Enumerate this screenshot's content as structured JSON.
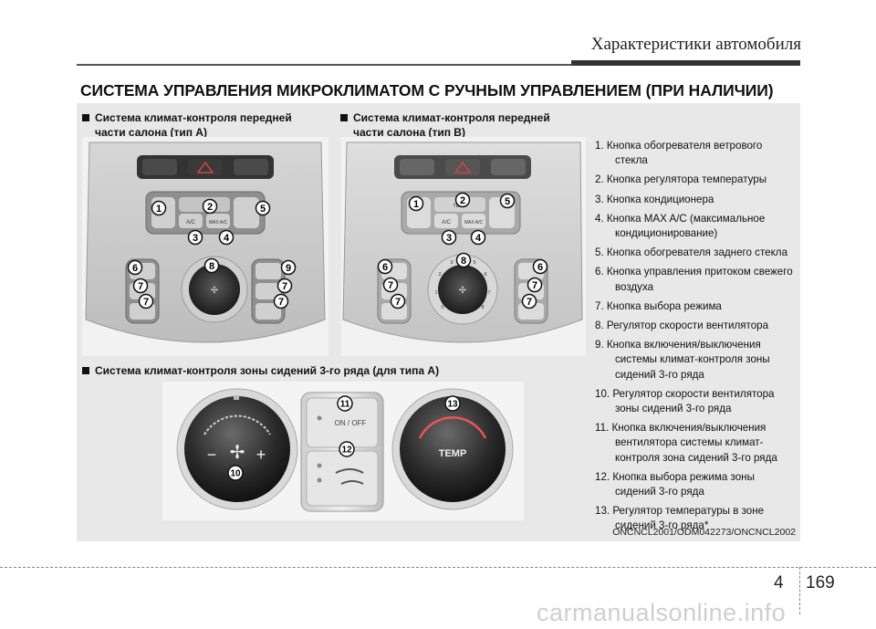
{
  "header": {
    "title": "Характеристики автомобиля"
  },
  "section_title": "СИСТЕМА УПРАВЛЕНИЯ МИКРОКЛИМАТОМ С РУЧНЫМ УПРАВЛЕНИЕМ (ПРИ НАЛИЧИИ)",
  "subsections": {
    "type_a": [
      "Система климат-контроля передней",
      "части салона (тип А)"
    ],
    "type_b": [
      "Система климат-контроля передней",
      "части салона (тип В)"
    ],
    "rear": "Система климат-контроля зоны сидений 3-го ряда (для типа А)"
  },
  "panel_labels": {
    "ac": "A/C",
    "max_ac": "MAX A/C",
    "temp_small": "TEMP",
    "on_off": "ON / OFF",
    "temp": "TEMP",
    "dial_ticks": [
      "0",
      "1",
      "2",
      "3",
      "4",
      "5",
      "6",
      "7",
      "8"
    ]
  },
  "callouts": {
    "type_a": [
      "1",
      "2",
      "5",
      "3",
      "4",
      "6",
      "7",
      "7",
      "8",
      "9",
      "7",
      "7"
    ],
    "type_b": [
      "1",
      "2",
      "5",
      "3",
      "4",
      "6",
      "7",
      "7",
      "8",
      "6",
      "7",
      "7"
    ],
    "rear": [
      "11",
      "12",
      "13",
      "10"
    ]
  },
  "legend": [
    "1. Кнопка обогревателя ветрового стекла",
    "2. Кнопка регулятора температуры",
    "3. Кнопка кондиционера",
    "4. Кнопка MAX A/C (максимальное кондиционирование)",
    "5. Кнопка обогревателя заднего стекла",
    "6. Кнопка управления притоком свежего воздуха",
    "7. Кнопка выбора режима",
    "8. Регулятор скорости вентилятора",
    "9. Кнопка включения/выключения системы климат-контроля зоны сидений 3-го ряда",
    "10. Регулятор скорости вентилятора зоны сидений 3-го ряда",
    "11. Кнопка включения/выключения вентилятора системы климат-контроля зона сидений 3-го ряда",
    "12. Кнопка выбора режима зоны сидений 3-го ряда",
    "13. Регулятор температуры в зоне сидений 3-го ряда*"
  ],
  "caption": "ONCNCL2001/ODM042273/ONCNCL2002",
  "page": {
    "chapter": "4",
    "number": "169"
  },
  "watermark": "carmanualsonline.info"
}
